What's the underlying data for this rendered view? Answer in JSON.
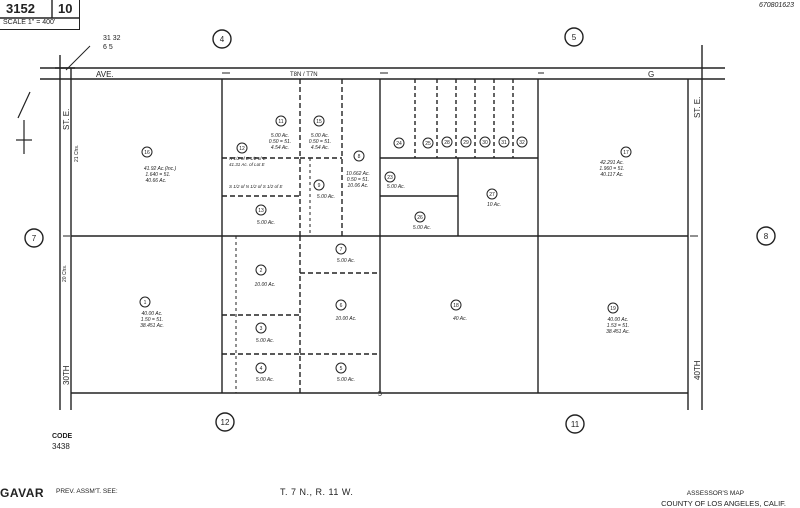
{
  "header": {
    "map_number": "3152",
    "page_number": "10",
    "scale": "SCALE 1\" = 400'",
    "document_id": "670801623"
  },
  "section_marker": {
    "top": "31 32",
    "bottom": "6 5"
  },
  "roads": {
    "north": {
      "left": "AVE.",
      "right": "G",
      "center": "T8N / T7N"
    },
    "west": {
      "upper": "ST. E.",
      "lower": "30TH",
      "dist1": "21 Chs.",
      "dist2": "20 Chs."
    },
    "east": {
      "upper": "ST. E.",
      "lower": "40TH"
    },
    "south_marker": "5"
  },
  "adjacent_pages": [
    "4",
    "5",
    "7",
    "8",
    "12",
    "11"
  ],
  "parcels": [
    {
      "id": "16",
      "acreage": "41.92 Ac.(Inc.)",
      "sub1": "1.640 = 51.",
      "sub2": "40.66 Ac."
    },
    {
      "id": "17",
      "acreage": "42.291 Ac.",
      "sub1": "1.960 = 51.",
      "sub2": "40.117 Ac."
    },
    {
      "id": "1",
      "acreage": "40.00 Ac.",
      "sub1": "1.50 = 51.",
      "sub2": "38.451 Ac."
    },
    {
      "id": "18",
      "acreage": "40 Ac."
    },
    {
      "id": "19",
      "acreage": "40.00 Ac.",
      "sub1": "1.53 = 51.",
      "sub2": "38.451 Ac."
    },
    {
      "id": "2",
      "acreage": "10.00 Ac."
    },
    {
      "id": "3",
      "acreage": "5.00 Ac."
    },
    {
      "id": "4",
      "acreage": "5.00 Ac."
    },
    {
      "id": "5",
      "acreage": "5.00 Ac."
    },
    {
      "id": "6",
      "acreage": "10.00 Ac."
    },
    {
      "id": "7",
      "acreage": "5.00 Ac."
    },
    {
      "id": "8",
      "acreage": "10.662 Ac.",
      "sub1": "0.50 = 51.",
      "sub2": "10.06 Ac."
    },
    {
      "id": "9",
      "acreage": "5.00 Ac."
    },
    {
      "id": "11",
      "acreage": "5.00 Ac.",
      "sub1": "0.50 = 51.",
      "sub2": "4.54 Ac."
    },
    {
      "id": "12"
    },
    {
      "id": "13",
      "acreage": "5.00 Ac."
    },
    {
      "id": "15",
      "acreage": "5.00 Ac.",
      "sub1": "0.50 = 51.",
      "sub2": "4.54 Ac."
    },
    {
      "id": "23",
      "acreage": "5.00 Ac."
    },
    {
      "id": "24"
    },
    {
      "id": "25"
    },
    {
      "id": "26",
      "acreage": "5.00 Ac."
    },
    {
      "id": "27",
      "acreage": "10 Ac."
    },
    {
      "id": "28"
    },
    {
      "id": "29"
    },
    {
      "id": "30"
    },
    {
      "id": "31"
    },
    {
      "id": "32"
    },
    {
      "id": "33"
    }
  ],
  "notes": {
    "north_half": "N 1/2 of E 1/2 of E",
    "south_half": "S 1/2 of N 1/2 of S 1/2 of E",
    "lot_note": "41.31 Ac. of Lot E"
  },
  "footer": {
    "code_label": "CODE",
    "code_value": "3438",
    "logo_text": "GAVAR",
    "prev_assessment": "PREV. ASSM'T. SEE:",
    "township": "T. 7 N., R. 11 W.",
    "agency_line1": "ASSESSOR'S MAP",
    "agency_line2": "COUNTY OF LOS ANGELES, CALIF."
  }
}
